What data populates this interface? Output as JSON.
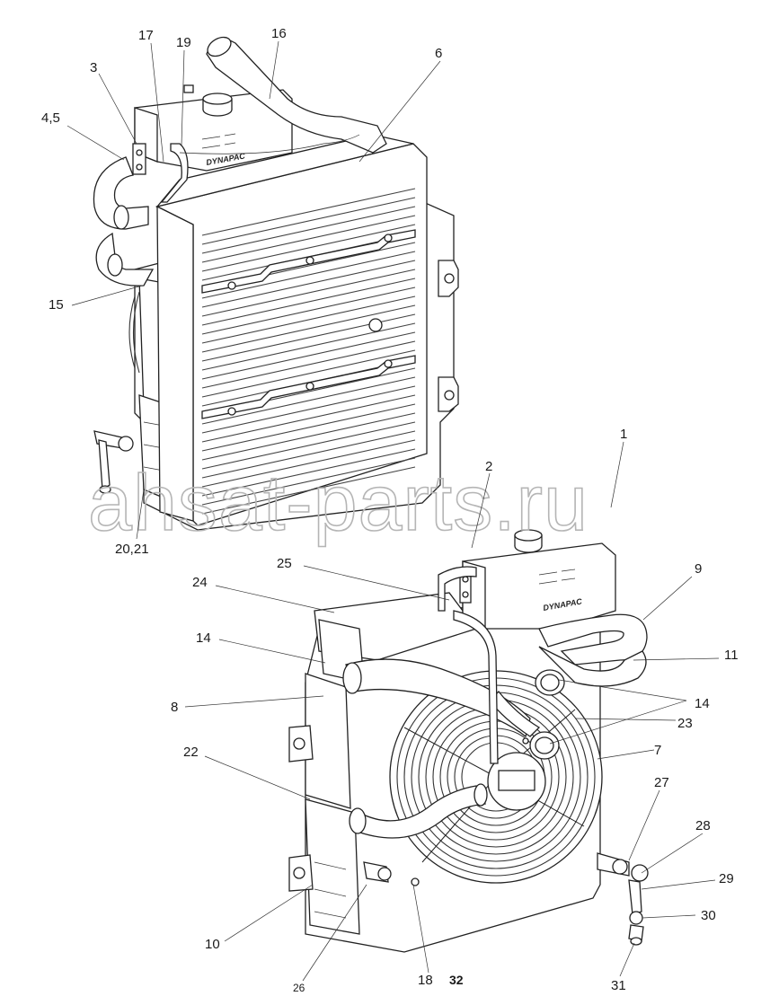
{
  "watermark": "ahsat-parts.ru",
  "brand_label": "DYNAPAC",
  "top_assembly_labels": [
    {
      "id": "lbl-17",
      "text": "17"
    },
    {
      "id": "lbl-19",
      "text": "19"
    },
    {
      "id": "lbl-16",
      "text": "16"
    },
    {
      "id": "lbl-3",
      "text": "3"
    },
    {
      "id": "lbl-6",
      "text": "6"
    },
    {
      "id": "lbl-45",
      "text": "4,5"
    },
    {
      "id": "lbl-15",
      "text": "15"
    },
    {
      "id": "lbl-2021",
      "text": "20,21"
    }
  ],
  "bottom_assembly_labels": [
    {
      "id": "lbl-1",
      "text": "1"
    },
    {
      "id": "lbl-2",
      "text": "2"
    },
    {
      "id": "lbl-25",
      "text": "25"
    },
    {
      "id": "lbl-24",
      "text": "24"
    },
    {
      "id": "lbl-9",
      "text": "9"
    },
    {
      "id": "lbl-14a",
      "text": "14"
    },
    {
      "id": "lbl-11",
      "text": "11"
    },
    {
      "id": "lbl-14b",
      "text": "14"
    },
    {
      "id": "lbl-8",
      "text": "8"
    },
    {
      "id": "lbl-23",
      "text": "23"
    },
    {
      "id": "lbl-22",
      "text": "22"
    },
    {
      "id": "lbl-7",
      "text": "7"
    },
    {
      "id": "lbl-27",
      "text": "27"
    },
    {
      "id": "lbl-28",
      "text": "28"
    },
    {
      "id": "lbl-29",
      "text": "29"
    },
    {
      "id": "lbl-30",
      "text": "30"
    },
    {
      "id": "lbl-10",
      "text": "10"
    },
    {
      "id": "lbl-26",
      "text": "26"
    },
    {
      "id": "lbl-18",
      "text": "18"
    },
    {
      "id": "lbl-32",
      "text": "32"
    },
    {
      "id": "lbl-31",
      "text": "31"
    }
  ]
}
